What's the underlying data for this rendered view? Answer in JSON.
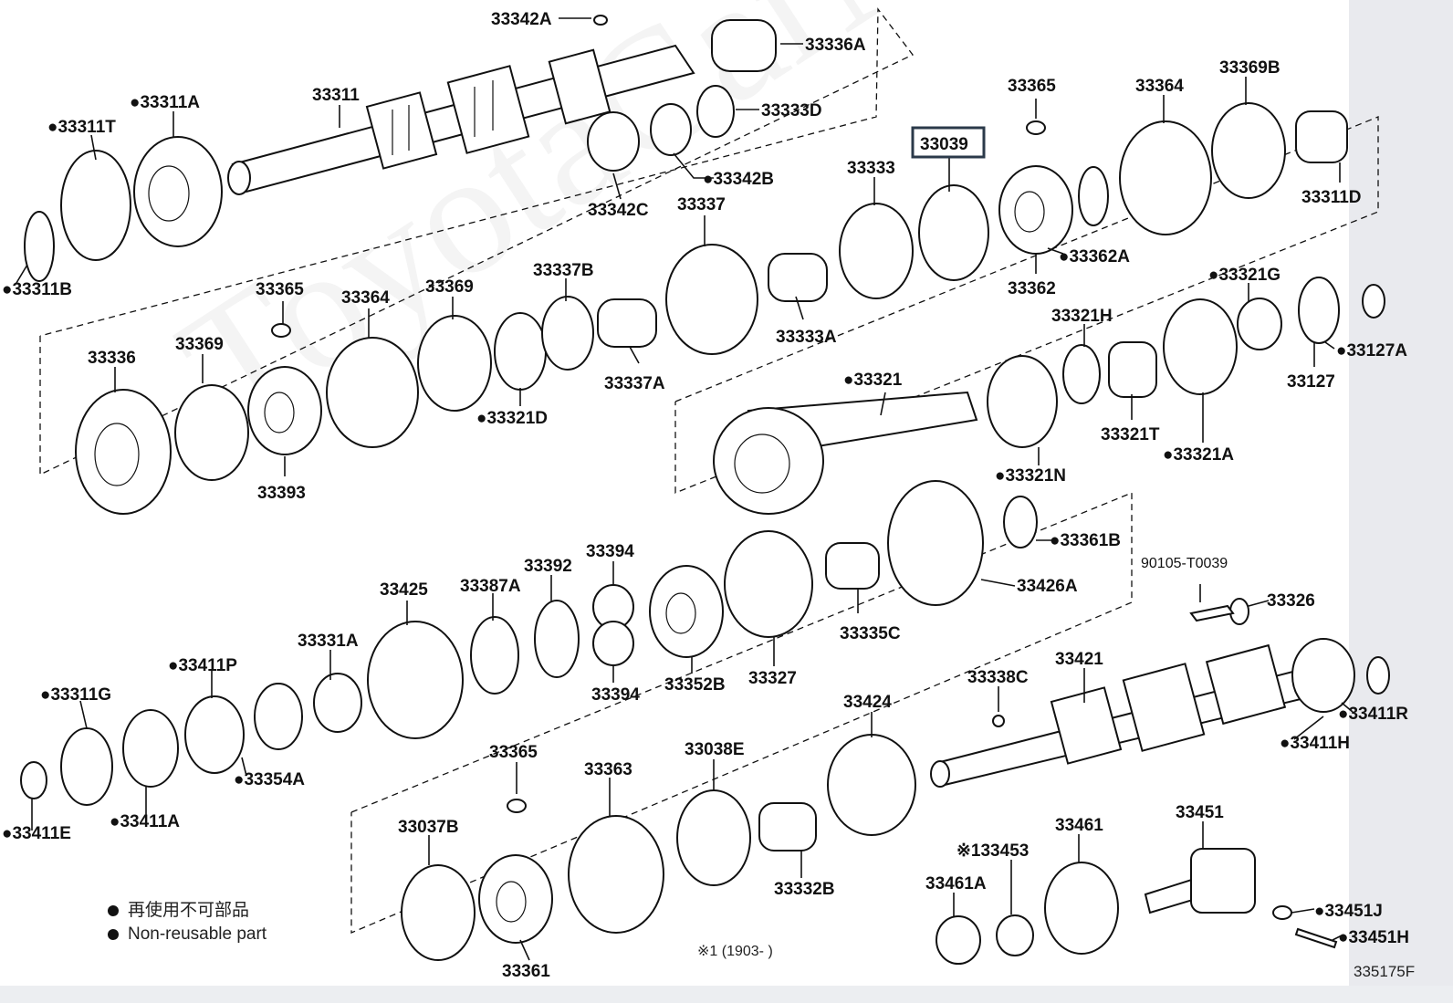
{
  "watermark": "ToyotaCarNiru",
  "legend": {
    "japanese": "再使用不可部品",
    "english": "Non-reusable part"
  },
  "footnote": "※1 (1903-     )",
  "figure_id": "335175F",
  "highlighted_part": "33039",
  "parts": [
    {
      "label": "33342A"
    },
    {
      "label": "33336A"
    },
    {
      "label": "33311"
    },
    {
      "label": "●33311A"
    },
    {
      "label": "●33311T"
    },
    {
      "label": "33333D"
    },
    {
      "label": "●33342B"
    },
    {
      "label": "33342C"
    },
    {
      "label": "●33311B"
    },
    {
      "label": "33365"
    },
    {
      "label": "33364"
    },
    {
      "label": "33369B"
    },
    {
      "label": "33039"
    },
    {
      "label": "33333"
    },
    {
      "label": "33337"
    },
    {
      "label": "●33362A"
    },
    {
      "label": "33362"
    },
    {
      "label": "33311D"
    },
    {
      "label": "33365"
    },
    {
      "label": "33364"
    },
    {
      "label": "33369"
    },
    {
      "label": "33337B"
    },
    {
      "label": "33336"
    },
    {
      "label": "33369"
    },
    {
      "label": "33333A"
    },
    {
      "label": "33337A"
    },
    {
      "label": "●33321D"
    },
    {
      "label": "33393"
    },
    {
      "label": "●33321G"
    },
    {
      "label": "33321H"
    },
    {
      "label": "●33127A"
    },
    {
      "label": "33127"
    },
    {
      "label": "●33321"
    },
    {
      "label": "33321T"
    },
    {
      "label": "●33321A"
    },
    {
      "label": "●33321N"
    },
    {
      "label": "●33361B"
    },
    {
      "label": "33394"
    },
    {
      "label": "33392"
    },
    {
      "label": "33425"
    },
    {
      "label": "33387A"
    },
    {
      "label": "33426A"
    },
    {
      "label": "90105-T0039"
    },
    {
      "label": "33326"
    },
    {
      "label": "33335C"
    },
    {
      "label": "33331A"
    },
    {
      "label": "●33411P"
    },
    {
      "label": "33352B"
    },
    {
      "label": "33327"
    },
    {
      "label": "33394"
    },
    {
      "label": "●33311G"
    },
    {
      "label": "33338C"
    },
    {
      "label": "33421"
    },
    {
      "label": "33424"
    },
    {
      "label": "●33411R"
    },
    {
      "label": "●33354A"
    },
    {
      "label": "●33411H"
    },
    {
      "label": "●33411A"
    },
    {
      "label": "●33411E"
    },
    {
      "label": "33365"
    },
    {
      "label": "33363"
    },
    {
      "label": "33038E"
    },
    {
      "label": "33037B"
    },
    {
      "label": "33332B"
    },
    {
      "label": "※133453"
    },
    {
      "label": "33461"
    },
    {
      "label": "33451"
    },
    {
      "label": "33461A"
    },
    {
      "label": "●33451J"
    },
    {
      "label": "●33451H"
    },
    {
      "label": "33361"
    }
  ]
}
